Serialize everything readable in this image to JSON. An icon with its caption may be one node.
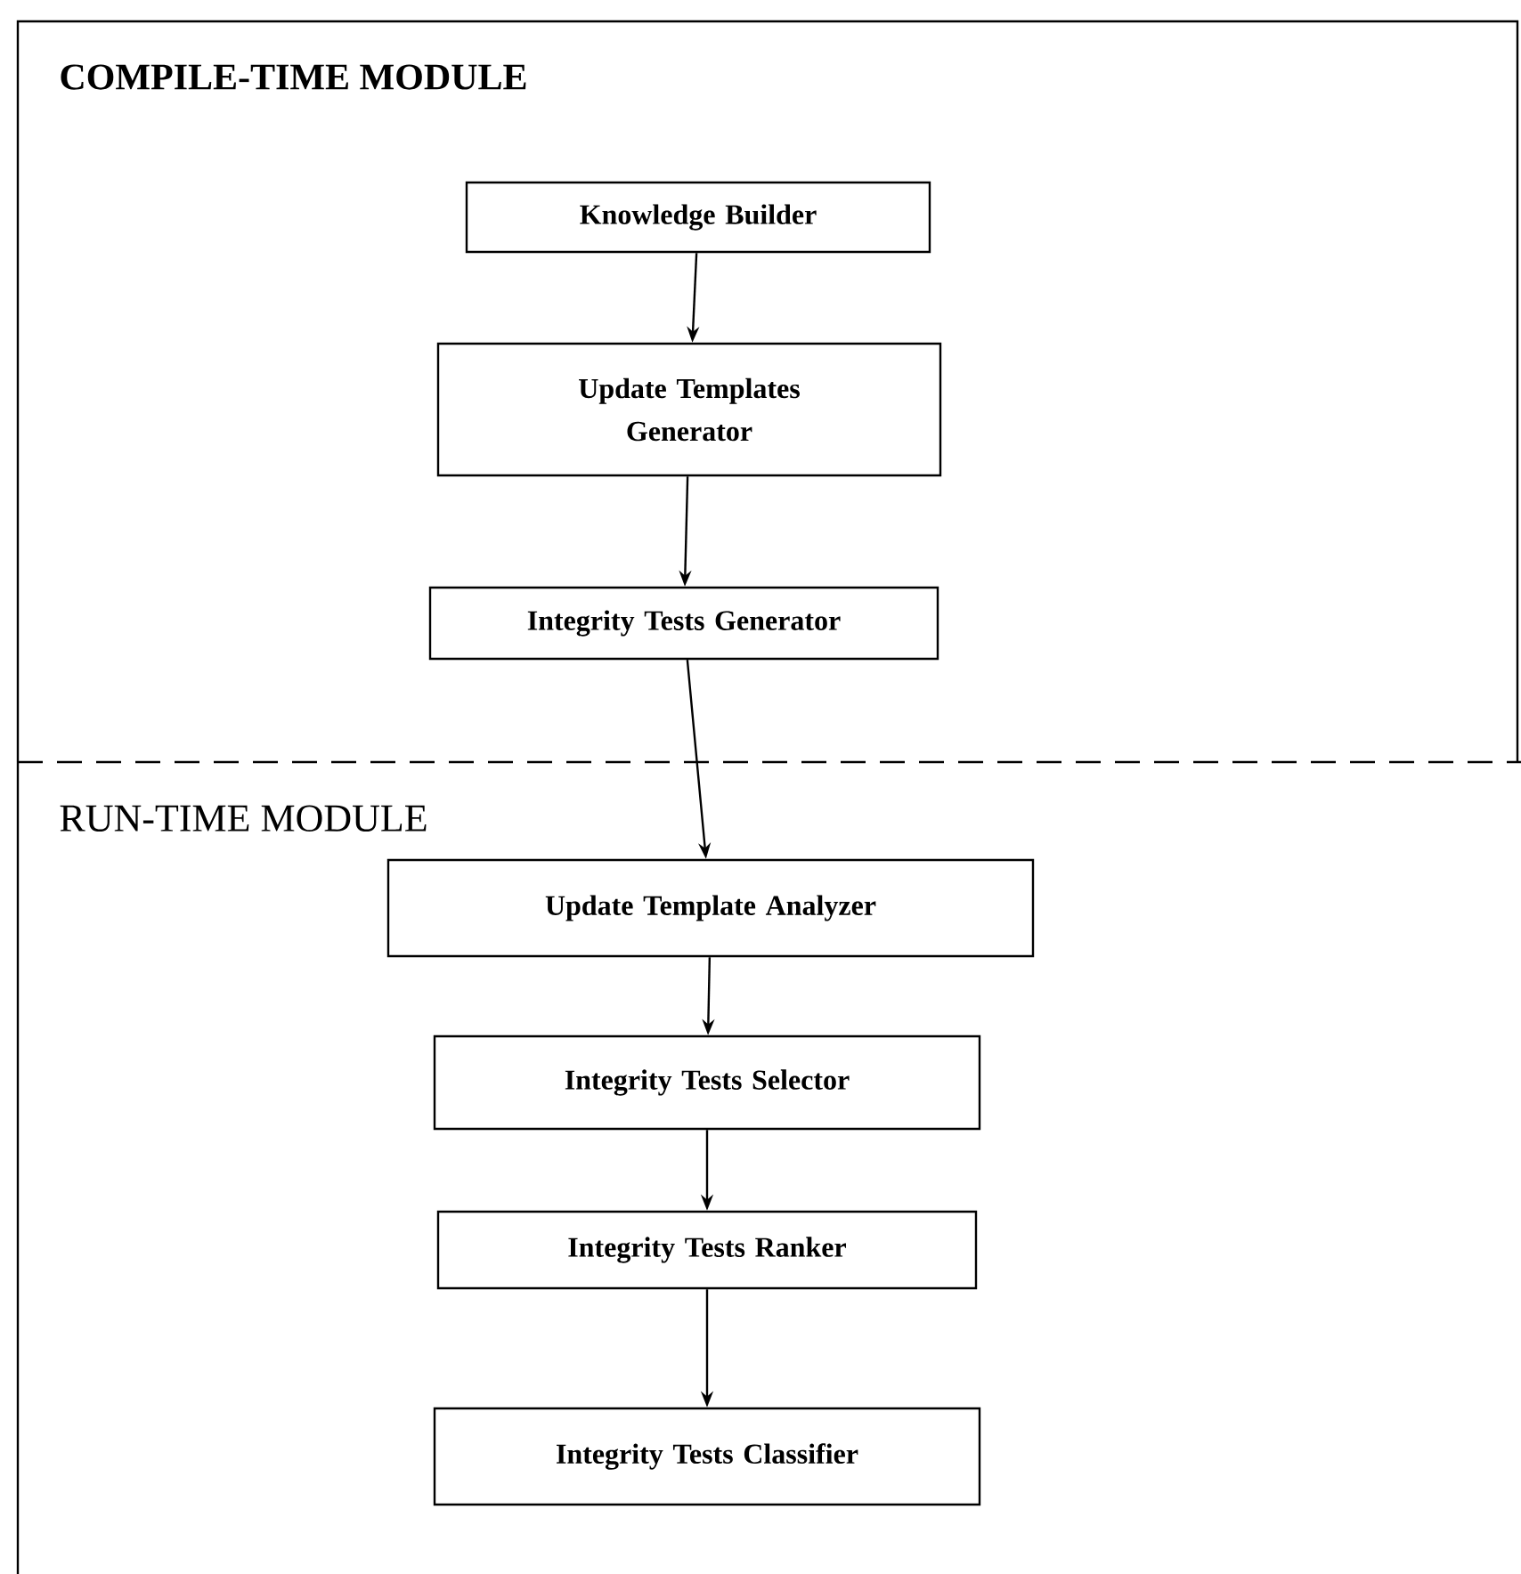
{
  "diagram": {
    "nodes": [
      {
        "text": [
          "COMPILE-TIME MODULE"
        ]
      },
      {
        "text": [
          "Knowledge Builder"
        ],
        "in": 0
      },
      {
        "text": [
          "Update Templates Generator"
        ],
        "in": 0
      },
      {
        "text": [
          "Integrity Tests Generator"
        ],
        "in": 0
      },
      {
        "text": [
          "RUN-TIME MODULE"
        ]
      },
      {
        "text": [
          "Update Template Analyzer"
        ],
        "in": 4
      },
      {
        "text": [
          "Integrity Tests Selector"
        ],
        "in": 4
      },
      {
        "text": [
          "Integrity Tests Ranker"
        ],
        "in": 4
      },
      {
        "text": [
          "Integrity Tests Classifier"
        ],
        "in": 4
      }
    ],
    "edges": [
      {
        "from": 1,
        "to": 2,
        "arrow": "to"
      },
      {
        "from": 2,
        "to": 3,
        "arrow": "to"
      },
      {
        "from": 3,
        "to": 5,
        "arrow": "to"
      },
      {
        "from": 5,
        "to": 6,
        "arrow": "to"
      },
      {
        "from": 6,
        "to": 7,
        "arrow": "to"
      },
      {
        "from": 7,
        "to": 8,
        "arrow": "to"
      }
    ]
  }
}
